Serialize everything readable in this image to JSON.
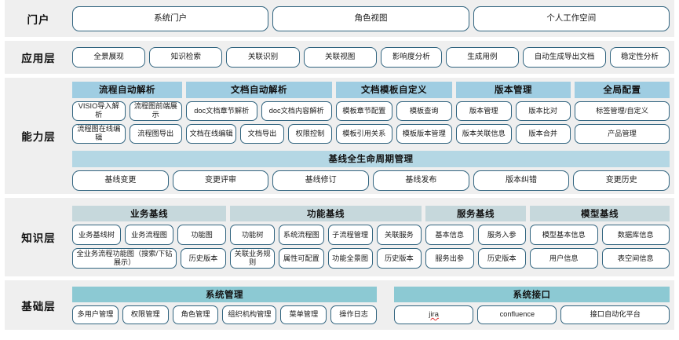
{
  "colors": {
    "panel_bg": "#efefef",
    "pill_border": "#31647f",
    "band_capability": "#9fcde2",
    "band_capability_full": "#b4d7e4",
    "band_knowledge": "#c6d8dc",
    "band_base": "#8cc9d3",
    "page_bg": "#ffffff",
    "spellcheck_underline": "#e03030"
  },
  "layers": [
    {
      "id": "portal",
      "label": "门户",
      "items": [
        "系统门户",
        "角色视图",
        "个人工作空间"
      ]
    },
    {
      "id": "application",
      "label": "应用层",
      "items": [
        "全景展现",
        "知识检索",
        "关联识别",
        "关联视图",
        "影响度分析",
        "生成用例",
        "自动生成导出文档",
        "稳定性分析"
      ]
    },
    {
      "id": "capability",
      "label": "能力层",
      "groups": [
        {
          "title": "流程自动解析",
          "rows": [
            [
              "VISIO导入解析",
              "流程图前端展示"
            ],
            [
              "流程图在线编辑",
              "流程图导出"
            ]
          ]
        },
        {
          "title": "文档自动解析",
          "rows": [
            [
              "doc文档章节解析",
              "doc文档内容解析"
            ],
            [
              "文档在线编辑",
              "文档导出",
              "权限控制"
            ]
          ]
        },
        {
          "title": "文档模板自定义",
          "rows": [
            [
              "模板章节配置",
              "模板查询"
            ],
            [
              "模板引用关系",
              "模板版本管理"
            ]
          ]
        },
        {
          "title": "版本管理",
          "rows": [
            [
              "版本管理",
              "版本比对"
            ],
            [
              "版本关联信息",
              "版本合并"
            ]
          ]
        },
        {
          "title": "全局配置",
          "rows": [
            [
              "标签管理/自定义"
            ],
            [
              "产品管理"
            ]
          ]
        }
      ],
      "full_width_group": {
        "title": "基线全生命周期管理",
        "items": [
          "基线变更",
          "变更评审",
          "基线修订",
          "基线发布",
          "版本纠错",
          "变更历史"
        ]
      }
    },
    {
      "id": "knowledge",
      "label": "知识层",
      "groups": [
        {
          "title": "业务基线",
          "rows": [
            [
              "业务基线树",
              "业务流程图",
              "功能图"
            ],
            [
              "全业务流程功能图（搜索/下钻展示）",
              "历史版本"
            ]
          ]
        },
        {
          "title": "功能基线",
          "rows": [
            [
              "功能树",
              "系统流程图",
              "子流程管理",
              "关联服务"
            ],
            [
              "关联业务规则",
              "属性可配置",
              "功能全景图",
              "历史版本"
            ]
          ]
        },
        {
          "title": "服务基线",
          "rows": [
            [
              "基本信息",
              "服务入参"
            ],
            [
              "服务出参",
              "历史版本"
            ]
          ]
        },
        {
          "title": "模型基线",
          "rows": [
            [
              "模型基本信息",
              "数据库信息"
            ],
            [
              "用户信息",
              "表空间信息"
            ]
          ]
        }
      ]
    },
    {
      "id": "base",
      "label": "基础层",
      "groups": [
        {
          "title": "系统管理",
          "rows": [
            [
              "多用户管理",
              "权限管理",
              "角色管理",
              "组织机构管理",
              "菜单管理",
              "操作日志"
            ]
          ]
        },
        {
          "title": "系统接口",
          "rows": [
            [
              "jira",
              "confluence",
              "接口自动化平台"
            ]
          ]
        }
      ]
    }
  ]
}
